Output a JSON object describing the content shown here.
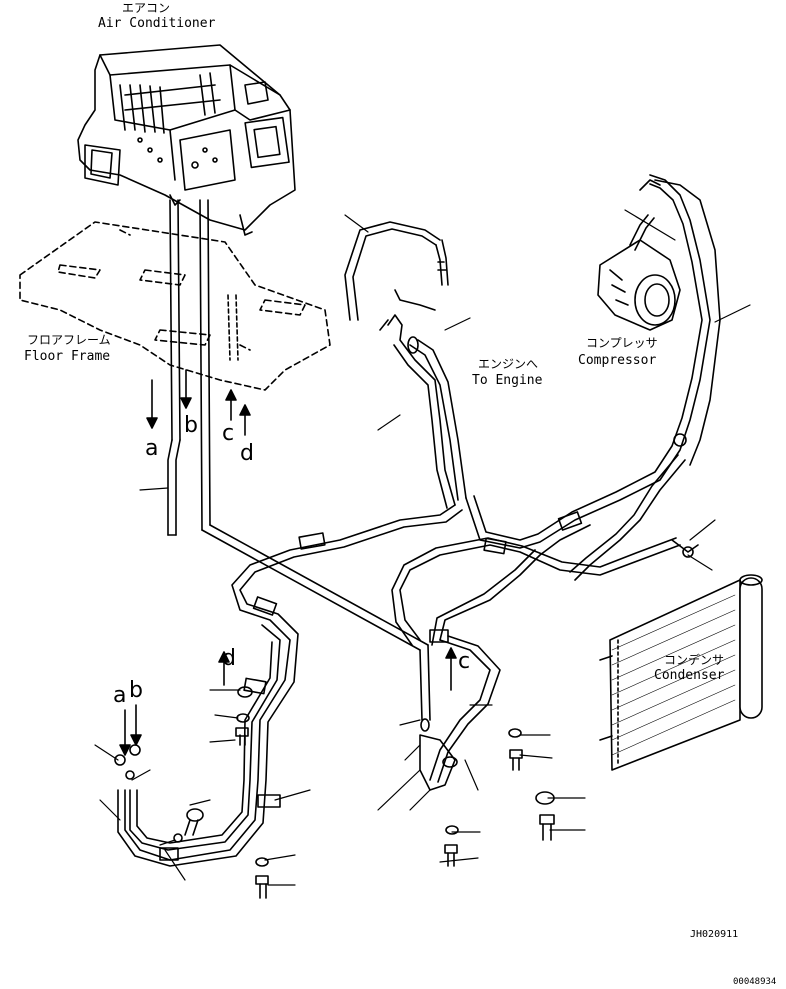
{
  "labels": {
    "air_conditioner_jp": "エアコン",
    "air_conditioner_en": "Air Conditioner",
    "floor_frame_jp": "フロアフレーム",
    "floor_frame_en": "Floor Frame",
    "engine_jp": "エンジンへ",
    "engine_en": "To Engine",
    "compressor_jp": "コンプレッサ",
    "compressor_en": "Compressor",
    "condenser_jp": "コンデンサ",
    "condenser_en": "Condenser",
    "drawing_id": "JH020911",
    "sheet_id": "00048934"
  },
  "connection_letters": {
    "a_top": "a",
    "b_top": "b",
    "c_top": "c",
    "d_top": "d",
    "a_bottom": "a",
    "b_bottom": "b",
    "c_bottom": "c",
    "d_bottom": "d"
  }
}
